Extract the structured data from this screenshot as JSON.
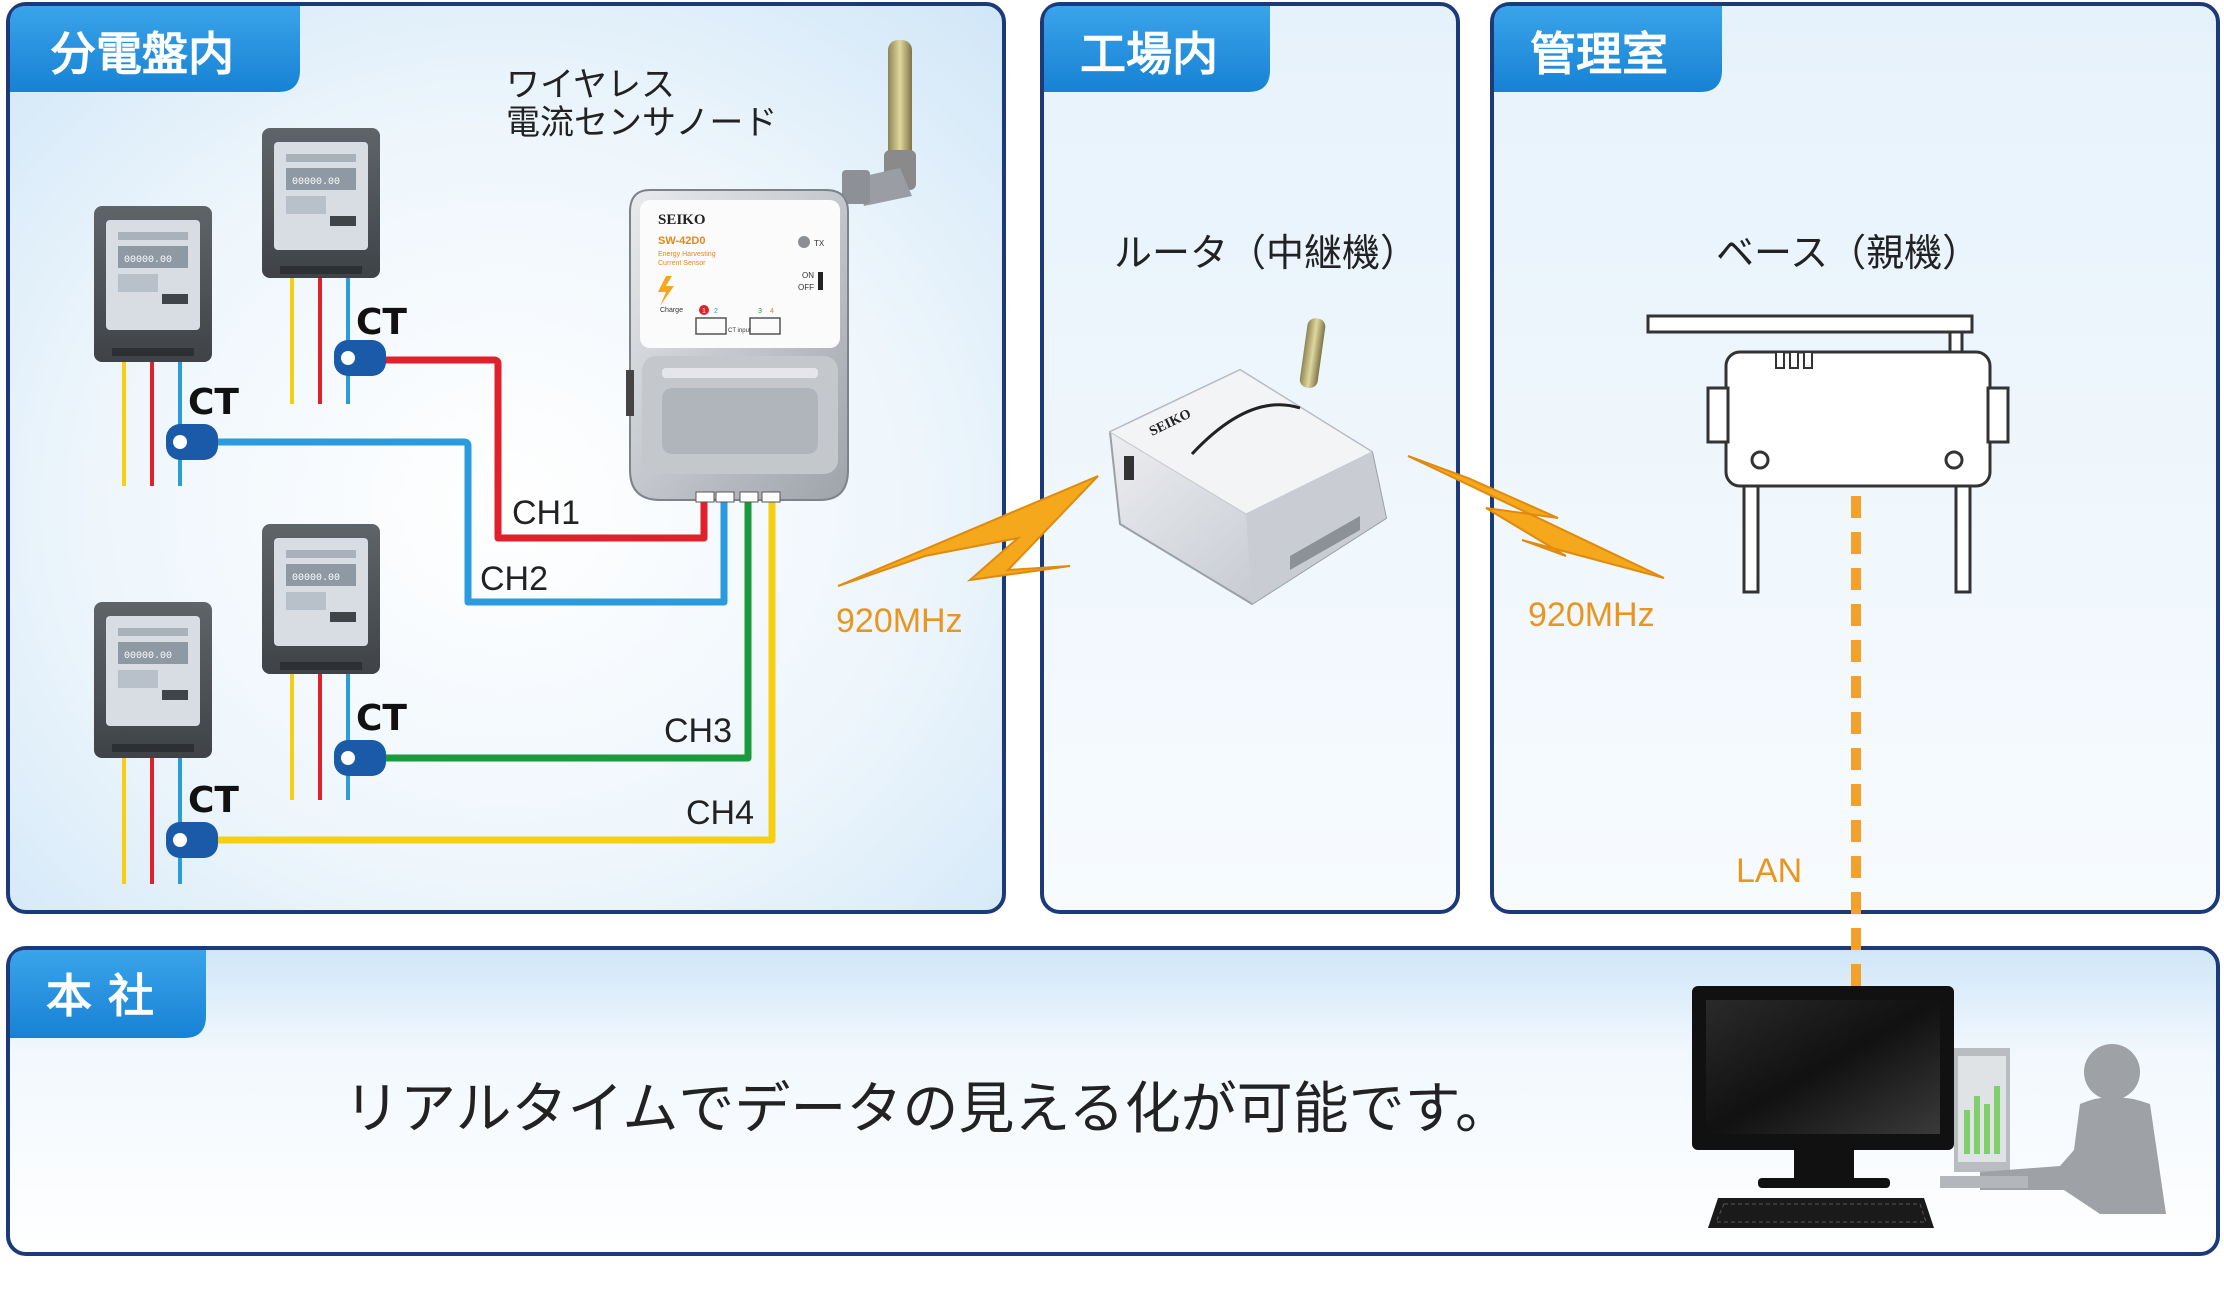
{
  "panels": {
    "distribution_board": {
      "title": "分電盤内"
    },
    "factory": {
      "title": "工場内"
    },
    "control_room": {
      "title": "管理室"
    },
    "head_office": {
      "title": "本 社",
      "message": "リアルタイムでデータの見える化が可能です。"
    }
  },
  "sensor_node": {
    "label_line1": "ワイヤレス",
    "label_line2": "電流センサノード",
    "brand": "SEIKO",
    "model": "SW-42D0",
    "subtitle_line1": "Energy Harvesting",
    "subtitle_line2": "Current Sensor",
    "tx_label": "TX",
    "on_label": "ON",
    "off_label": "OFF",
    "charge_label": "Charge",
    "ct_input_label": "CT input",
    "port_nums": [
      "1",
      "2",
      "3",
      "4"
    ]
  },
  "router": {
    "label": "ルータ（中継機）",
    "brand": "SEIKO"
  },
  "base": {
    "label": "ベース（親機）"
  },
  "ct_labels": [
    "CT",
    "CT",
    "CT",
    "CT"
  ],
  "channels": [
    "CH1",
    "CH2",
    "CH3",
    "CH4"
  ],
  "frequency": [
    "920MHz",
    "920MHz"
  ],
  "lan_label": "LAN",
  "meter_readout": "00000.00",
  "colors": {
    "panel_border": "#1c3a7a",
    "tab_blue": "#1b8ee0",
    "ch1": "#e0202a",
    "ch2": "#2a9bdc",
    "ch3": "#1a9a3c",
    "ch4": "#f5cf10",
    "lightning": "#f5a81c",
    "lan": "#f2a22c"
  }
}
